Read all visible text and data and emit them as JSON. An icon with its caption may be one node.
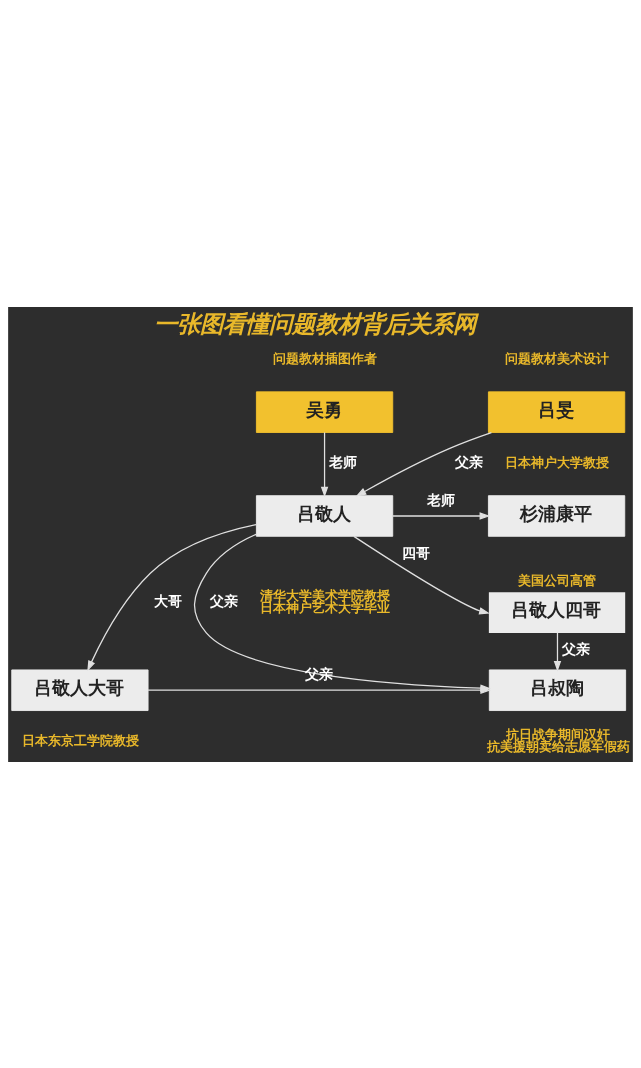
{
  "diagram": {
    "title": "一张图看懂问题教材背后关系网",
    "nodes": [
      {
        "text": [
          "吴勇"
        ],
        "beside": [
          "问题教材插图作者"
        ]
      },
      {
        "text": [
          "吕旻"
        ],
        "beside": [
          "问题教材美术设计"
        ]
      },
      {
        "text": [
          "吕敬人"
        ],
        "beside": [
          "清华大学美术学院教授",
          "日本神户艺术大学毕业"
        ]
      },
      {
        "text": [
          "杉浦康平"
        ],
        "beside": [
          "日本神户大学教授"
        ]
      },
      {
        "text": [
          "吕敬人四哥"
        ],
        "beside": [
          "美国公司高管"
        ]
      },
      {
        "text": [
          "吕敬人大哥"
        ],
        "beside": [
          "日本东京工学院教授"
        ]
      },
      {
        "text": [
          "吕叔陶"
        ],
        "beside": [
          "抗日战争期间汉奸",
          "抗美援朝卖给志愿军假药"
        ]
      }
    ],
    "edges": [
      {
        "from": 0,
        "to": 2,
        "arrow": "to",
        "label": "老师"
      },
      {
        "from": 1,
        "to": 2,
        "arrow": "to",
        "label": "父亲"
      },
      {
        "from": 2,
        "to": 3,
        "arrow": "to",
        "label": "老师"
      },
      {
        "from": 2,
        "to": 4,
        "arrow": "to",
        "label": "四哥"
      },
      {
        "from": 2,
        "to": 6,
        "arrow": "to",
        "label": "父亲"
      },
      {
        "from": 2,
        "to": 5,
        "arrow": "to",
        "label": "大哥"
      },
      {
        "from": 4,
        "to": 6,
        "arrow": "to",
        "label": "父亲"
      },
      {
        "from": 5,
        "to": 6,
        "arrow": "to",
        "label": "父亲"
      }
    ]
  }
}
